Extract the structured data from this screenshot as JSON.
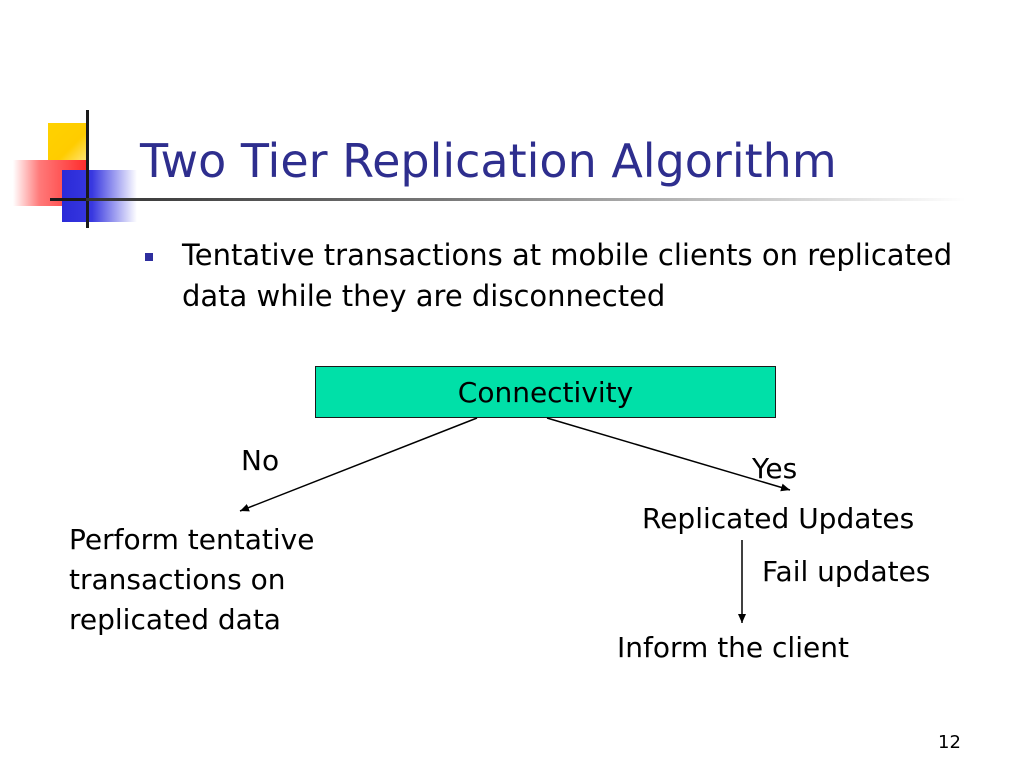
{
  "slide": {
    "title": "Two Tier Replication Algorithm",
    "bullet": "Tentative transactions at mobile clients on replicated data while they are disconnected",
    "page_number": "12"
  },
  "diagram": {
    "decision": "Connectivity",
    "branch_no_label": "No",
    "branch_yes_label": "Yes",
    "no_outcome": "Perform tentative transactions on replicated data",
    "yes_outcome": "Replicated Updates",
    "fail_label": "Fail updates",
    "fail_outcome": "Inform the client"
  },
  "colors": {
    "title": "#2e2e8e",
    "decision_box": "#00e0a8",
    "bullet": "#2e2e9e"
  }
}
